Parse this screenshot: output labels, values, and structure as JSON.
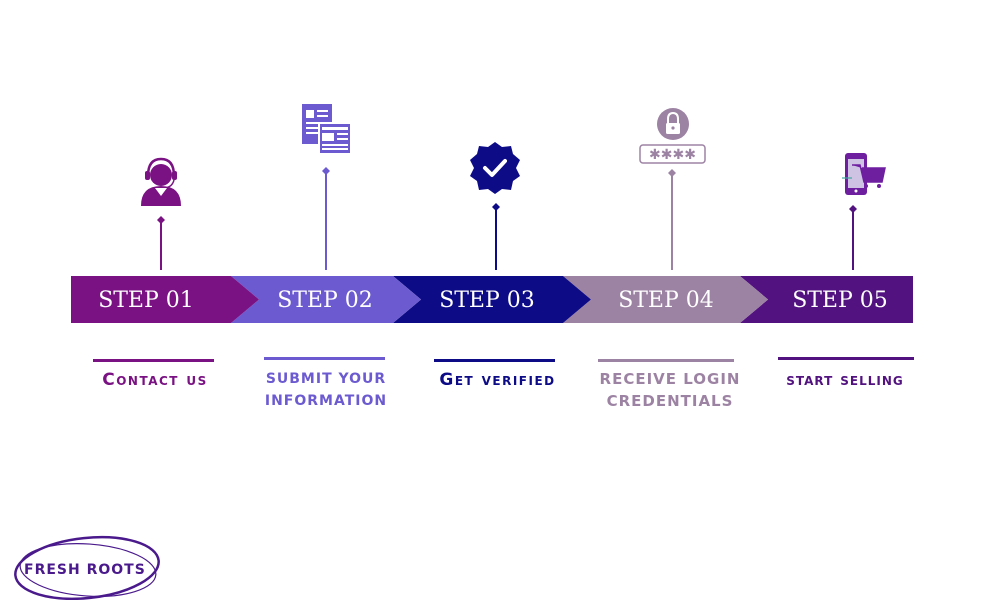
{
  "steps": [
    {
      "label": "STEP 01",
      "caption_line1": "Contact us",
      "caption_line2": "",
      "color": "#7a1283",
      "icon": "headset-agent-icon"
    },
    {
      "label": "STEP 02",
      "caption_line1": "SUBMIT YOUR",
      "caption_line2": "INFORMATION",
      "color": "#6c5bd0",
      "icon": "documents-icon"
    },
    {
      "label": "STEP 03",
      "caption_line1": "Get verified",
      "caption_line2": "",
      "color": "#0d0b86",
      "icon": "verified-badge-icon"
    },
    {
      "label": "STEP 04",
      "caption_line1": "RECEIVE LOGIN",
      "caption_line2": "CREDENTIALS",
      "color": "#9d83a3",
      "icon": "padlock-password-icon"
    },
    {
      "label": "STEP 05",
      "caption_line1": "start selling",
      "caption_line2": "",
      "color": "#52127f",
      "icon": "mobile-shopping-cart-icon"
    }
  ],
  "logo": {
    "text": "FRESH ROOTS",
    "color": "#4a1a8c"
  }
}
